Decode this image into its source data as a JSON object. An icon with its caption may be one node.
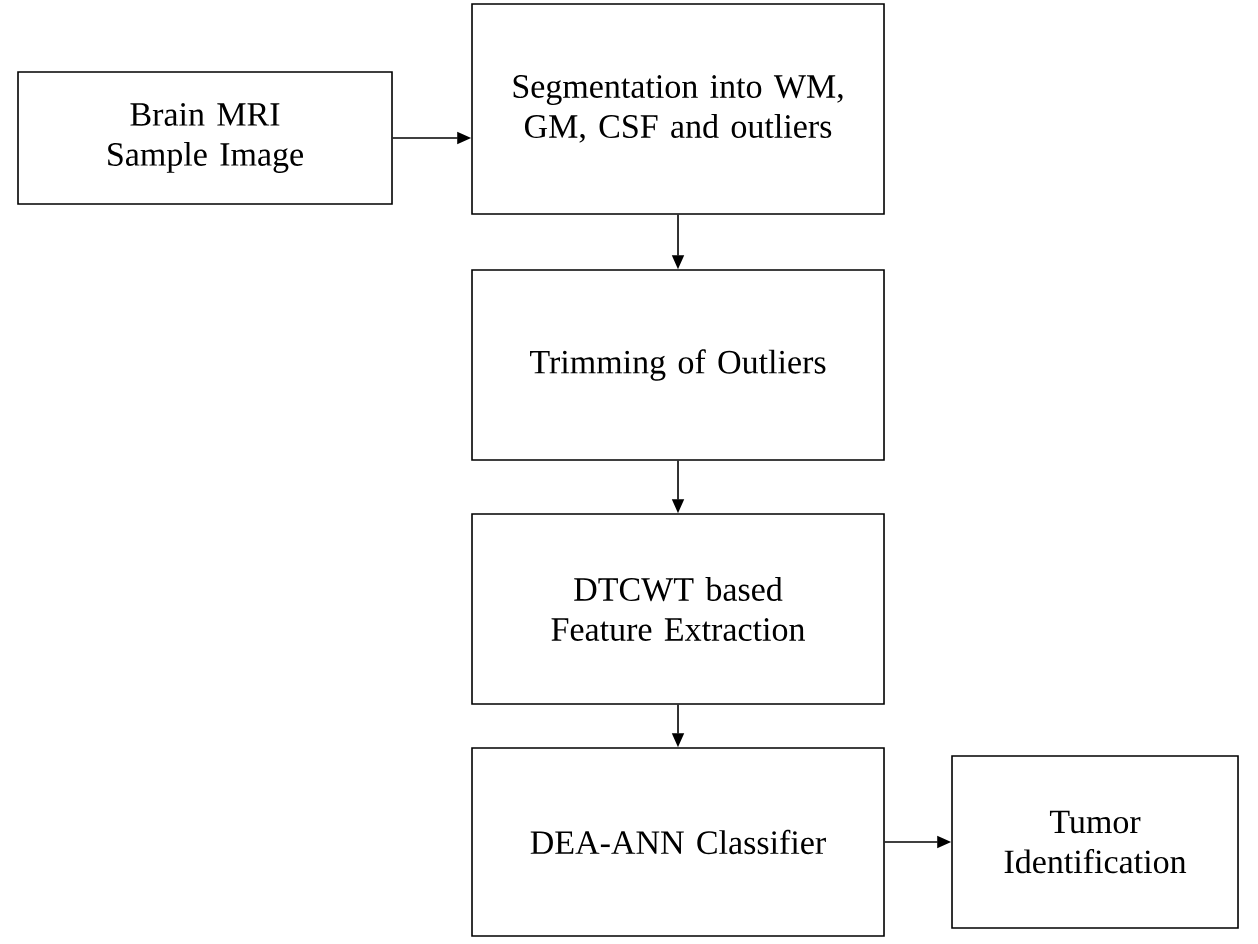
{
  "diagram": {
    "nodes": [
      {
        "text": [
          "Brain MRI Sample Image"
        ]
      },
      {
        "text": [
          "Segmentation into WM, GM, CSF and outliers"
        ]
      },
      {
        "text": [
          "Trimming of Outliers"
        ]
      },
      {
        "text": [
          "DTCWT based Feature Extraction"
        ]
      },
      {
        "text": [
          "DEA-ANN Classifier"
        ]
      },
      {
        "text": [
          "Tumor Identification"
        ]
      }
    ],
    "edges": [
      {
        "from": 0,
        "to": 1,
        "arrow": "to"
      },
      {
        "from": 1,
        "to": 2,
        "arrow": "to"
      },
      {
        "from": 2,
        "to": 3,
        "arrow": "to"
      },
      {
        "from": 3,
        "to": 4,
        "arrow": "to"
      },
      {
        "from": 4,
        "to": 5,
        "arrow": "to"
      }
    ]
  }
}
